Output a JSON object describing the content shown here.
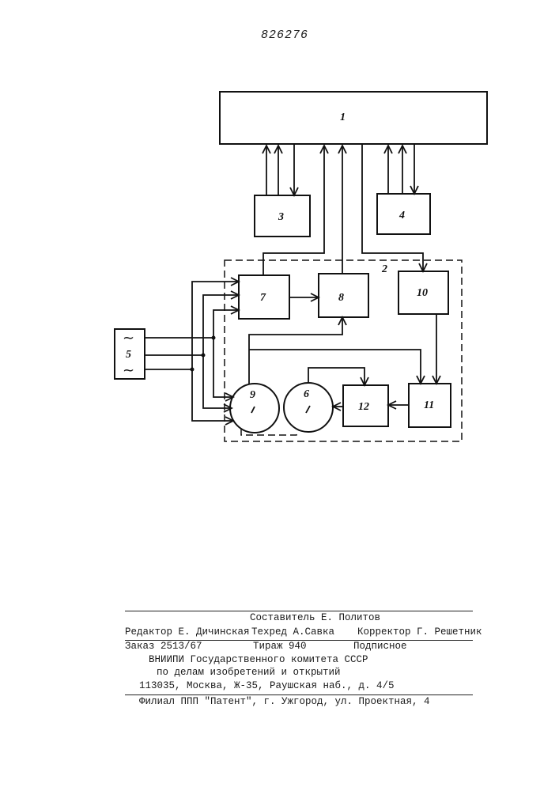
{
  "document": {
    "patent_number": "826276"
  },
  "diagram": {
    "blocks": {
      "b1": "1",
      "b2": "2",
      "b3": "3",
      "b4": "4",
      "b5": "5",
      "b6": "6",
      "b7": "7",
      "b8": "8",
      "b9": "9",
      "b10": "10",
      "b11": "11",
      "b12": "12"
    },
    "source_symbol": "~"
  },
  "colophon": {
    "compiler": "Составитель Е. Политов",
    "editor": "Редактор Е. Дичинская",
    "techred": "Техред А.Савка",
    "corrector": "Корректор Г. Решетник",
    "order": "Заказ 2513/67",
    "circulation": "Тираж 940",
    "subscription": "Подписное",
    "org_line1": "ВНИИПИ Государственного комитета СССР",
    "org_line2": "по делам изобретений и открытий",
    "address": "113035, Москва, Ж-35, Раушская наб., д. 4/5",
    "branch": "Филиал ППП \"Патент\", г. Ужгород, ул. Проектная, 4"
  }
}
